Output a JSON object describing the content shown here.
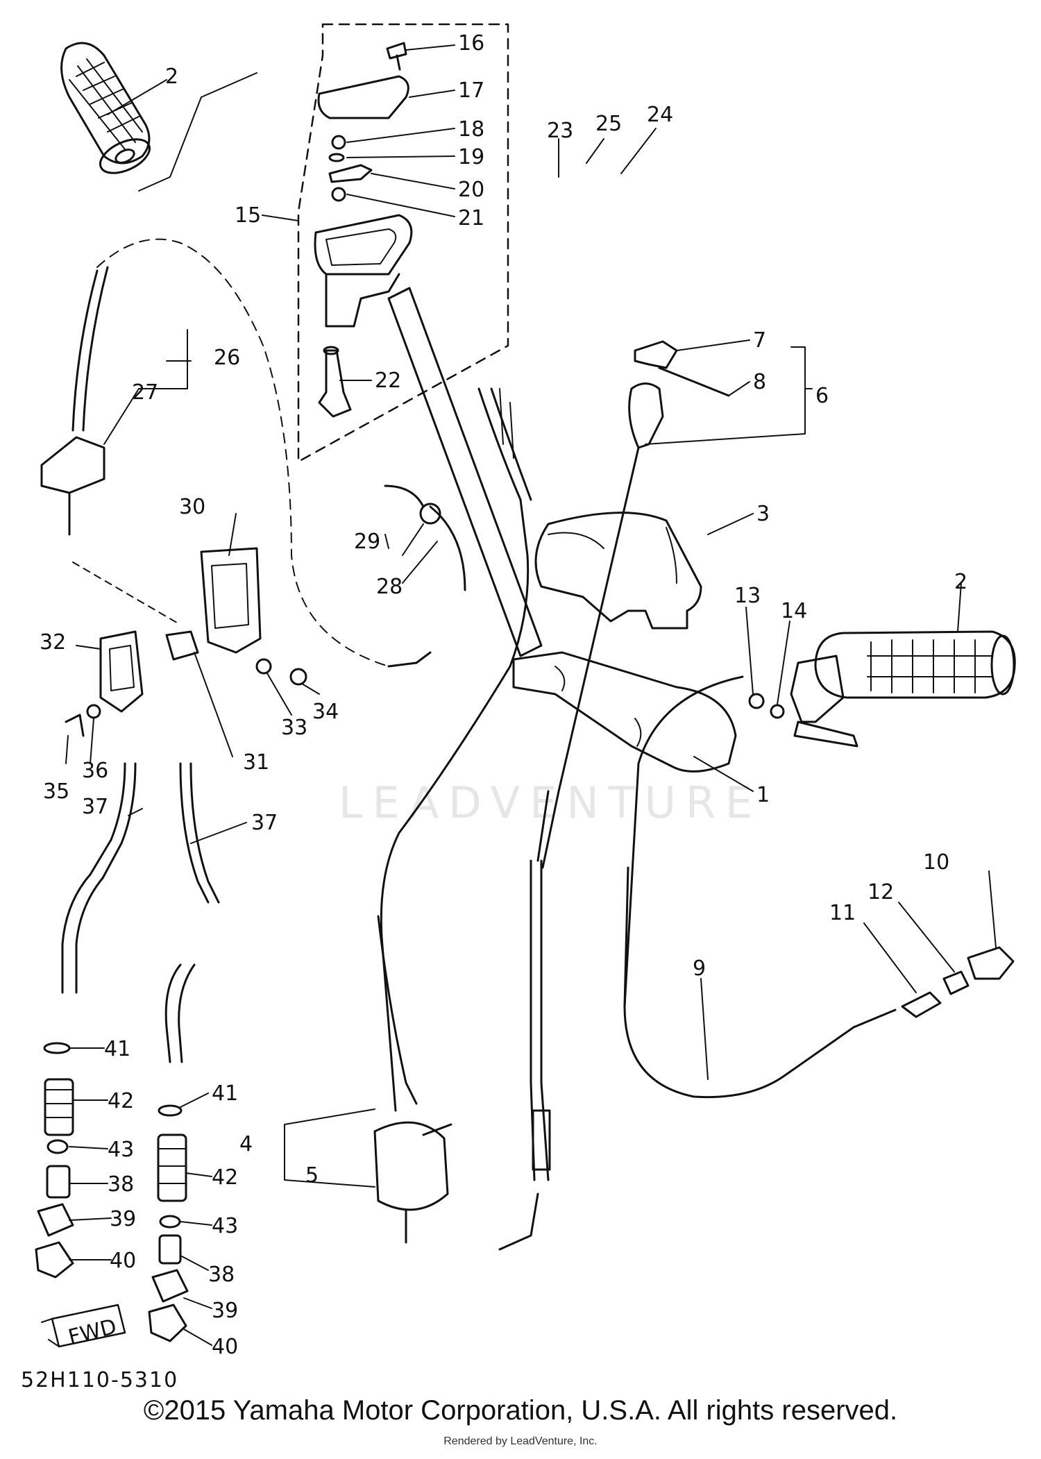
{
  "diagram": {
    "labels": {
      "p1": "1",
      "p2a": "2",
      "p2b": "2",
      "p3": "3",
      "p4": "4",
      "p5": "5",
      "p6": "6",
      "p7": "7",
      "p8": "8",
      "p9": "9",
      "p10": "10",
      "p11": "11",
      "p12": "12",
      "p13": "13",
      "p14": "14",
      "p15": "15",
      "p16": "16",
      "p17": "17",
      "p18": "18",
      "p19": "19",
      "p20": "20",
      "p21": "21",
      "p22": "22",
      "p23": "23",
      "p24": "24",
      "p25": "25",
      "p26": "26",
      "p27": "27",
      "p28": "28",
      "p29": "29",
      "p30": "30",
      "p31": "31",
      "p32": "32",
      "p33": "33",
      "p34": "34",
      "p35": "35",
      "p36": "36",
      "p37a": "37",
      "p37b": "37",
      "p38a": "38",
      "p38b": "38",
      "p39a": "39",
      "p39b": "39",
      "p40a": "40",
      "p40b": "40",
      "p41a": "41",
      "p41b": "41",
      "p42a": "42",
      "p42b": "42",
      "p43a": "43",
      "p43b": "43"
    },
    "fwd_label": "FWD",
    "diagram_code": "52H110-5310",
    "watermark": "LEADVENTURE"
  },
  "footer": {
    "copyright": "©2015 Yamaha Motor Corporation, U.S.A. All rights reserved.",
    "rendered_by": "Rendered by LeadVenture, Inc."
  }
}
